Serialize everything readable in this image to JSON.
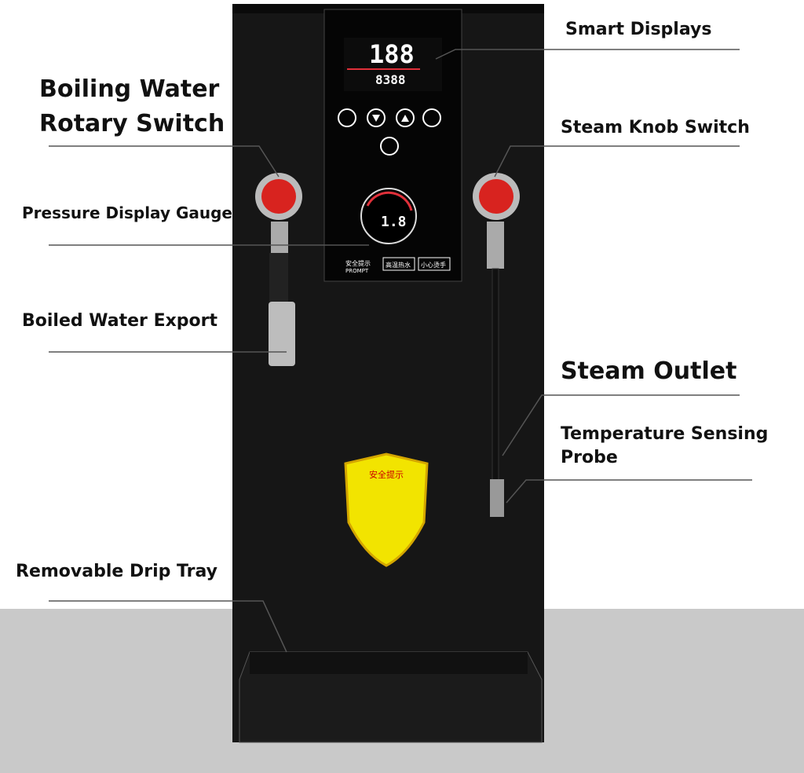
{
  "labels": {
    "smart_displays": "Smart Displays",
    "boiling_water_switch_line1": "Boiling Water",
    "boiling_water_switch_line2": "Rotary Switch",
    "steam_knob_switch": "Steam Knob Switch",
    "pressure_display_gauge": "Pressure Display Gauge",
    "boiled_water_export": "Boiled Water Export",
    "steam_outlet": "Steam Outlet",
    "temperature_probe_line1": "Temperature Sensing",
    "temperature_probe_line2": "Probe",
    "removable_drip_tray": "Removable Drip Tray"
  },
  "panel": {
    "temperature_readout": "188",
    "secondary_readout": "8388",
    "pressure_readout": "1.8",
    "prompt_cn": "安全提示",
    "prompt_en": "PROMPT",
    "badge_hot_water": "高温热水",
    "badge_caution": "小心烫手"
  },
  "warning_shield": {
    "title": "安全提示"
  },
  "colors": {
    "body": "#161616",
    "knob_red": "#d8231f",
    "shield_yellow": "#f2e400",
    "floor": "#c9c9c9",
    "accent_red": "#e0303a"
  }
}
